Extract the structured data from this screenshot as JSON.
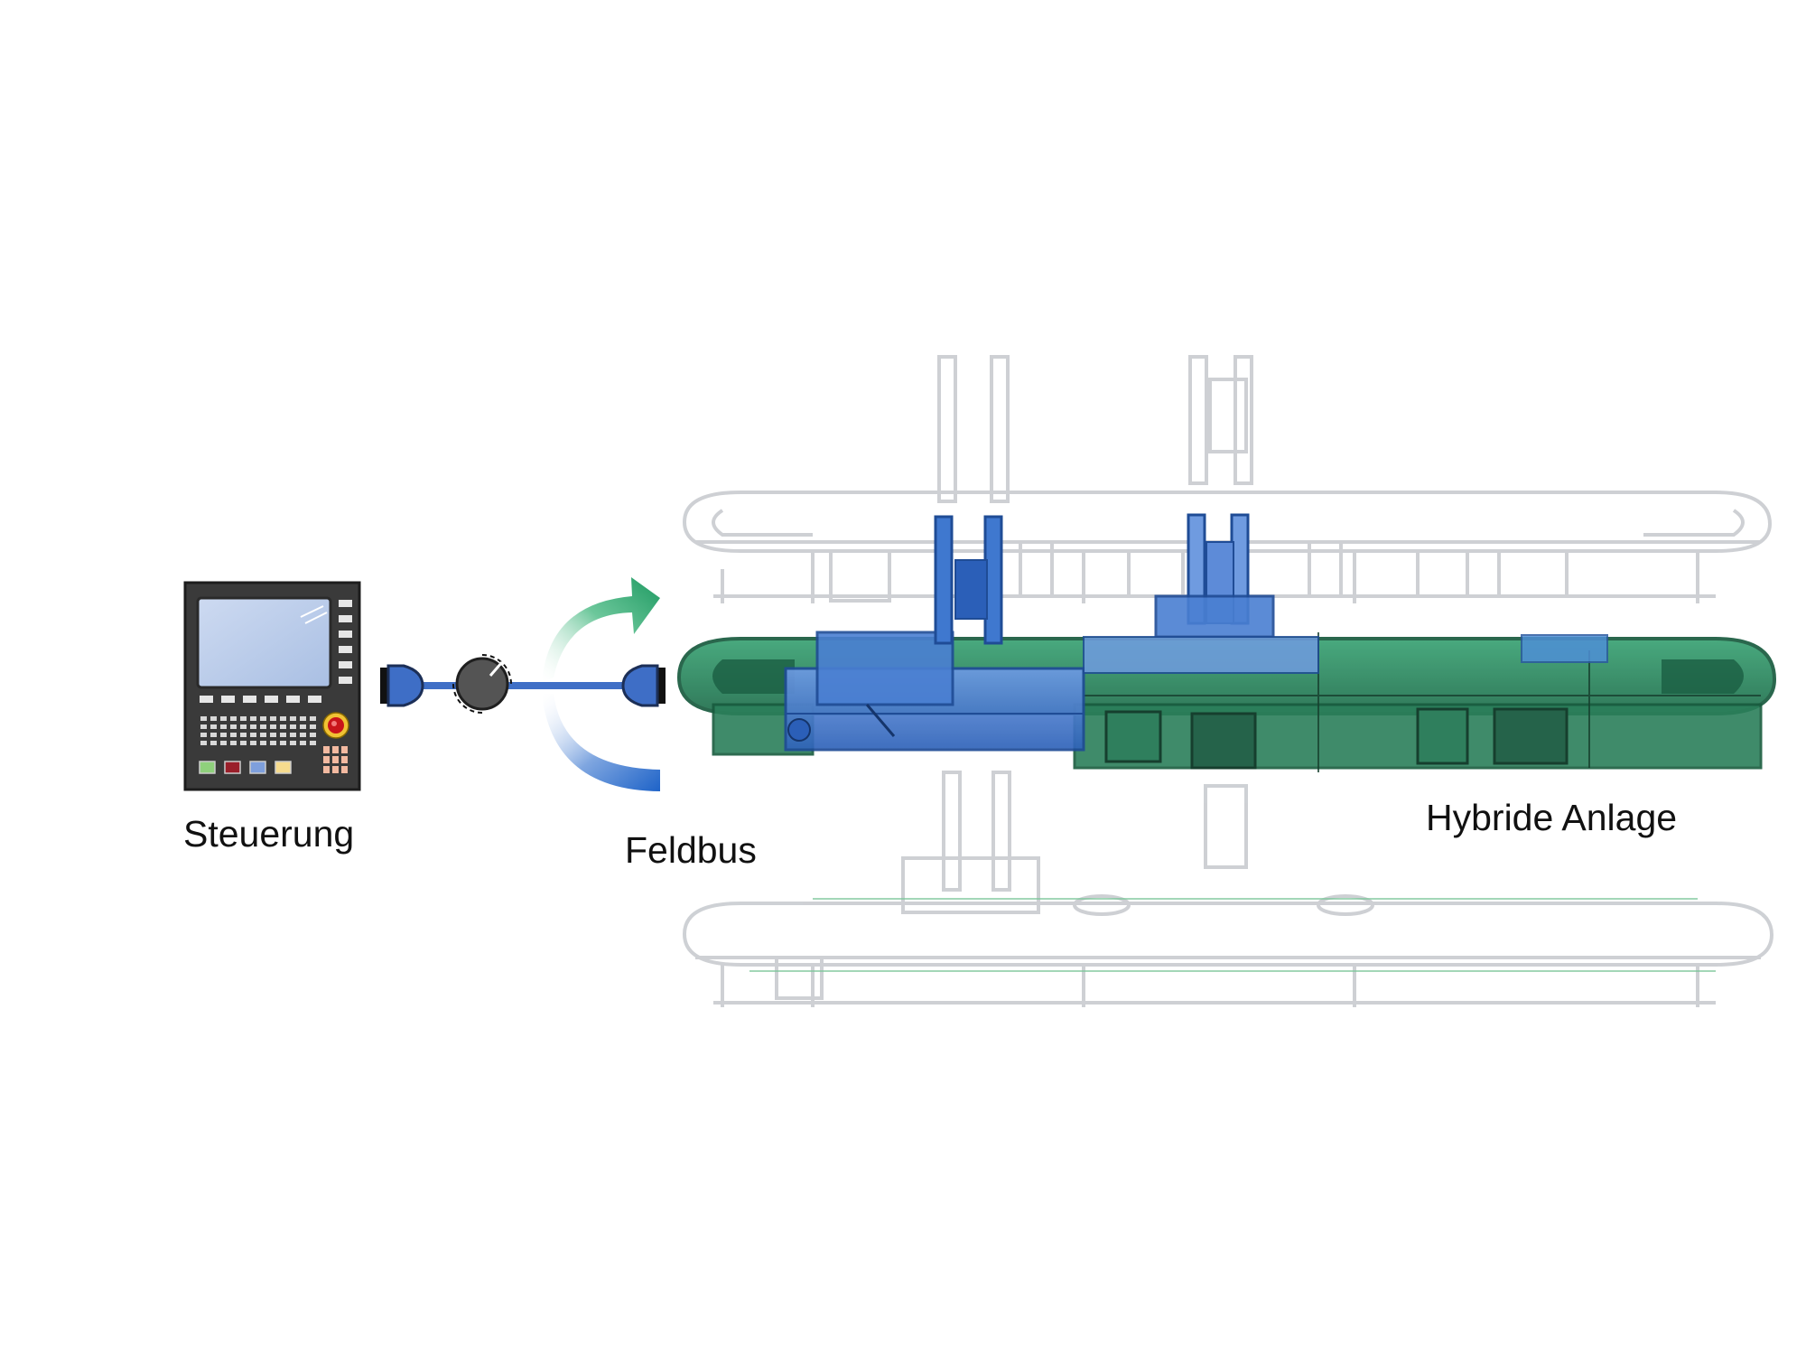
{
  "labels": {
    "controller": "Steuerung",
    "fieldbus": "Feldbus",
    "plant": "Hybride Anlage"
  },
  "colors": {
    "fieldbus_blue": "#3f6fc6",
    "connector_blue": "#3e6ec6",
    "knob_gray": "#545454",
    "arrow_green": "#27a36a",
    "arrow_blue": "#2b6fcc",
    "panel_dark": "#3a3a3a",
    "screen_blue": "#b9cbe8",
    "plant_green": "#2e8a62",
    "plant_blue": "#3f78cf",
    "ghost_gray": "#c9ccd0",
    "estop_red": "#c9141a",
    "estop_yellow": "#f0c234"
  },
  "icons": {
    "controller": "cnc-control-panel-icon",
    "connector_left": "fieldbus-plug-icon",
    "knob": "rotary-knob-icon",
    "connector_right": "fieldbus-plug-icon",
    "arrow_up": "green-curved-arrow-icon",
    "arrow_down": "blue-curved-arrow-icon"
  }
}
